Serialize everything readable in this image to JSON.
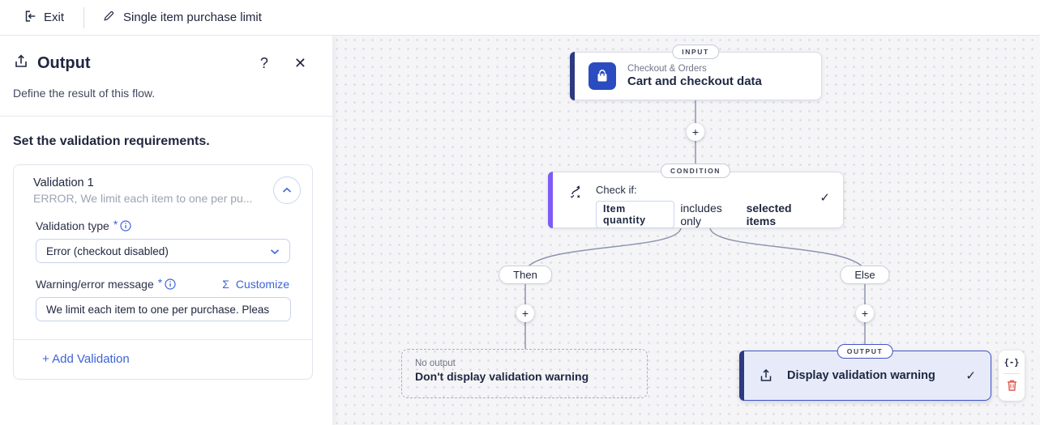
{
  "topbar": {
    "exit_label": "Exit",
    "flow_title": "Single item purchase limit"
  },
  "panel": {
    "title": "Output",
    "help_glyph": "?",
    "close_glyph": "✕",
    "subtitle": "Define the result of this flow.",
    "section_heading": "Set the validation requirements.",
    "validation_card": {
      "title": "Validation 1",
      "summary": "ERROR, We limit each item to one per pu...",
      "validation_type_label": "Validation type",
      "required_marker": "*",
      "validation_type_value": "Error (checkout disabled)",
      "message_label": "Warning/error message",
      "sigma_glyph": "Σ",
      "customize_label": "Customize",
      "message_value": "We limit each item to one per purchase. Pleas",
      "add_validation_label": "+ Add Validation"
    }
  },
  "canvas": {
    "input_node": {
      "badge": "INPUT",
      "category": "Checkout & Orders",
      "title": "Cart and checkout data"
    },
    "condition_node": {
      "badge": "CONDITION",
      "line1": "Check if:",
      "chip": "Item quantity",
      "middle_text": "includes only",
      "bold_text": "selected items"
    },
    "then_label": "Then",
    "else_label": "Else",
    "no_output_node": {
      "subtitle": "No output",
      "title": "Don't display validation warning"
    },
    "output_node": {
      "badge": "OUTPUT",
      "title": "Display validation warning"
    },
    "plus_glyph": "+",
    "check_glyph": "✓",
    "toolbar": {
      "code_glyph": "{-}"
    }
  },
  "colors": {
    "accent_blue": "#3c63d9",
    "node_stripe_navy": "#2c3a80",
    "condition_stripe_purple": "#7d5bf4",
    "selected_node_border": "#3d52c5",
    "selected_node_bg": "#e7ebf9",
    "app_icon_blue": "#2b4cc0",
    "danger_red": "#e2574c",
    "canvas_bg": "#f5f5f7"
  }
}
